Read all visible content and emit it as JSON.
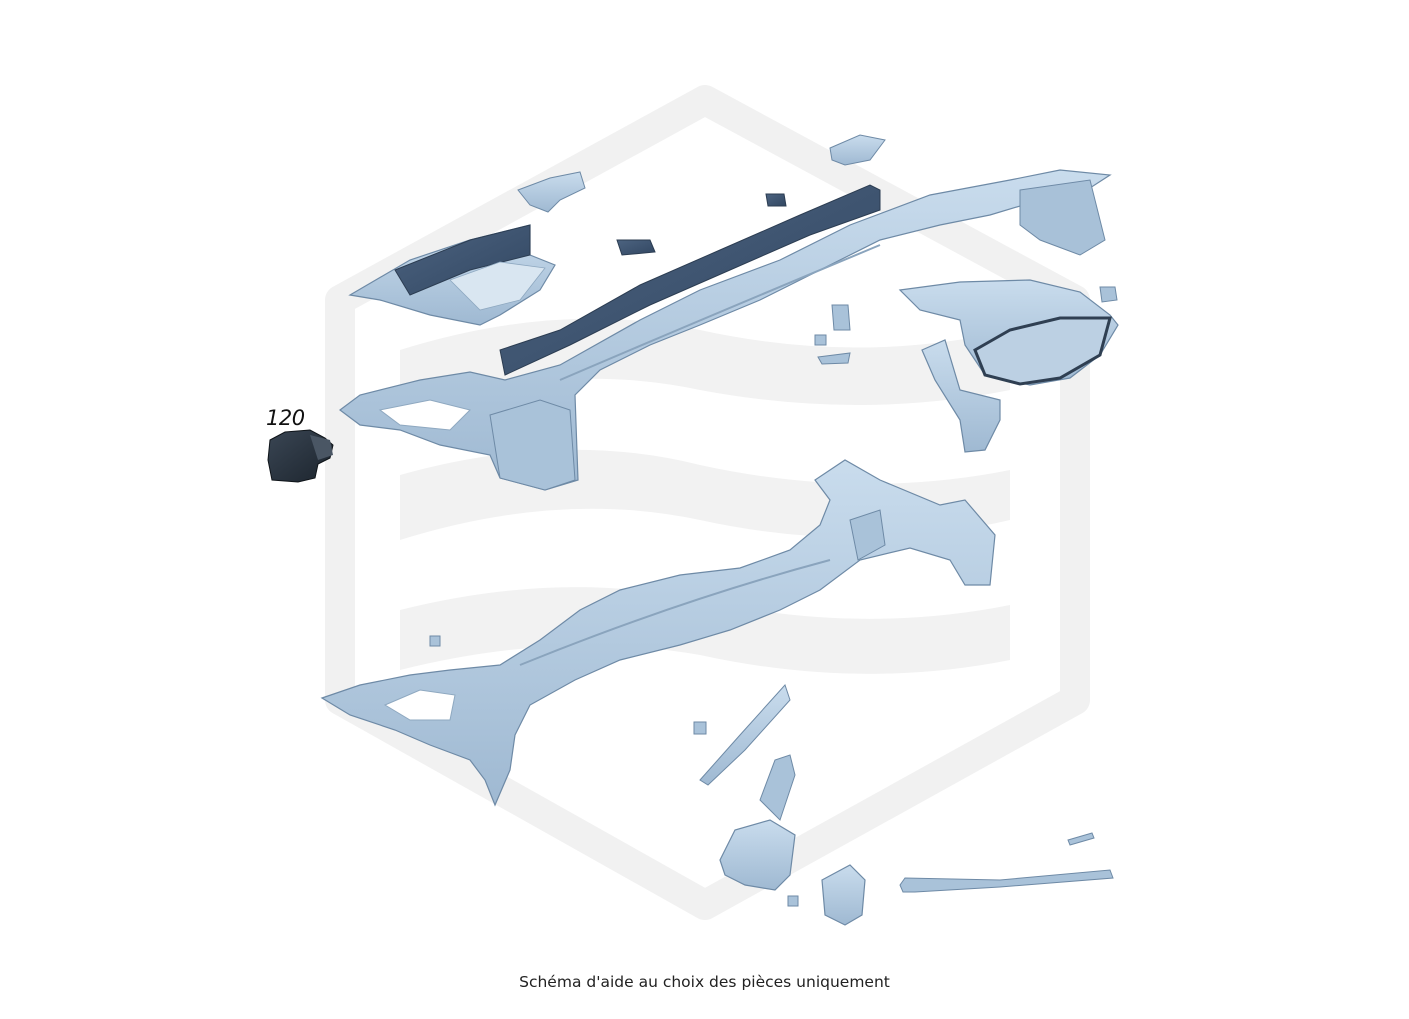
{
  "diagram": {
    "highlighted_part_number": "120",
    "caption": "Schéma d'aide au choix des pièces uniquement",
    "colors": {
      "part_fill": "#b6cde2",
      "part_shadow": "#7f9cb8",
      "part_edge": "#5d7a96",
      "dark_seal": "#3f5570",
      "highlight_part": "#2a3540",
      "watermark": "#f1f1f1"
    },
    "parts": [
      {
        "name": "upper-cowl-panel",
        "highlighted": false
      },
      {
        "name": "cowl-rubber-seal",
        "highlighted": false
      },
      {
        "name": "left-water-deflector-tray",
        "highlighted": false
      },
      {
        "name": "left-mount-bracket",
        "highlighted": false
      },
      {
        "name": "right-mount-bracket",
        "highlighted": false
      },
      {
        "name": "small-rubber-stop",
        "highlighted": false
      },
      {
        "name": "air-intake-housing",
        "highlighted": false
      },
      {
        "name": "side-duct",
        "highlighted": false
      },
      {
        "name": "lower-cowl-crossmember",
        "highlighted": false
      },
      {
        "name": "wiper-linkage",
        "highlighted": false
      },
      {
        "name": "wiper-motor",
        "highlighted": false
      },
      {
        "name": "wiper-arm-rod",
        "highlighted": false
      },
      {
        "name": "connector-part-120",
        "highlighted": true
      }
    ]
  }
}
